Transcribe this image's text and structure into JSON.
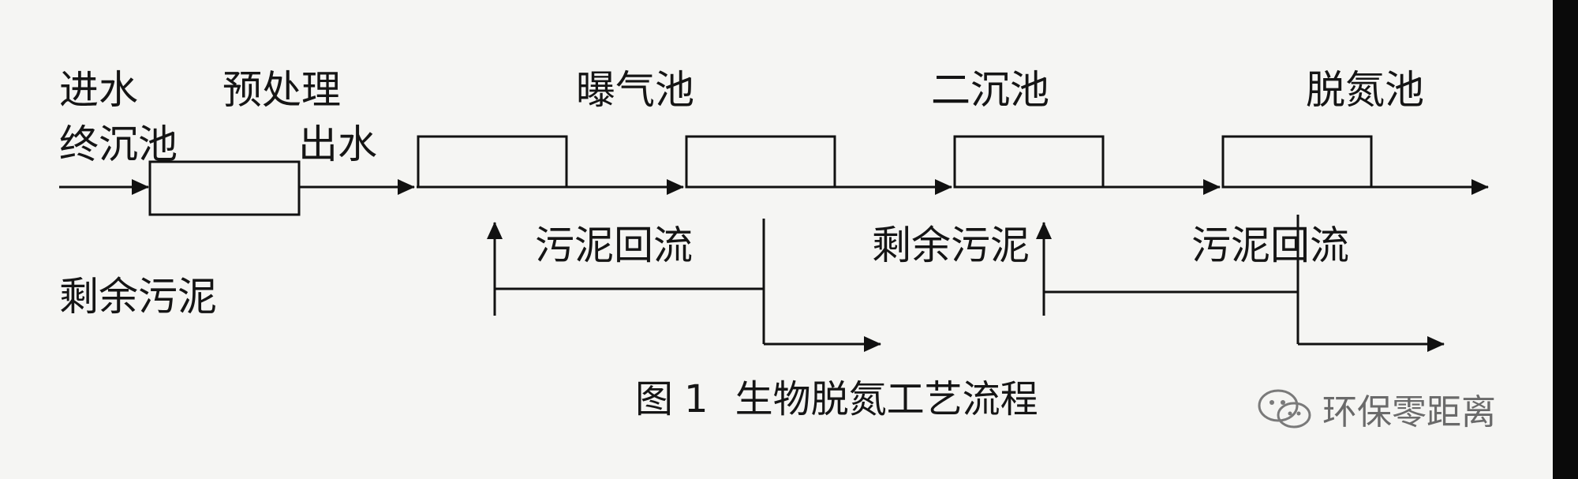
{
  "nodes": {
    "inlet": "进水",
    "pretreatment": "预处理",
    "final_clarifier": "终沉池",
    "outlet": "出水",
    "aeration_tank": "曝气池",
    "secondary_clarifier": "二沉池",
    "denitrification_tank": "脱氮池"
  },
  "flows": {
    "return_sludge_1": "污泥回流",
    "excess_sludge_1": "剩余污泥",
    "excess_sludge_2": "剩余污泥",
    "return_sludge_2": "污泥回流"
  },
  "caption": {
    "figure": "图",
    "number": "1",
    "title": "生物脱氮工艺流程"
  },
  "watermark": {
    "text": "环保零距离",
    "icon": "wechat-icon"
  },
  "colors": {
    "line": "#111111",
    "background": "#f5f5f3",
    "watermark": "#6a6a6a"
  }
}
